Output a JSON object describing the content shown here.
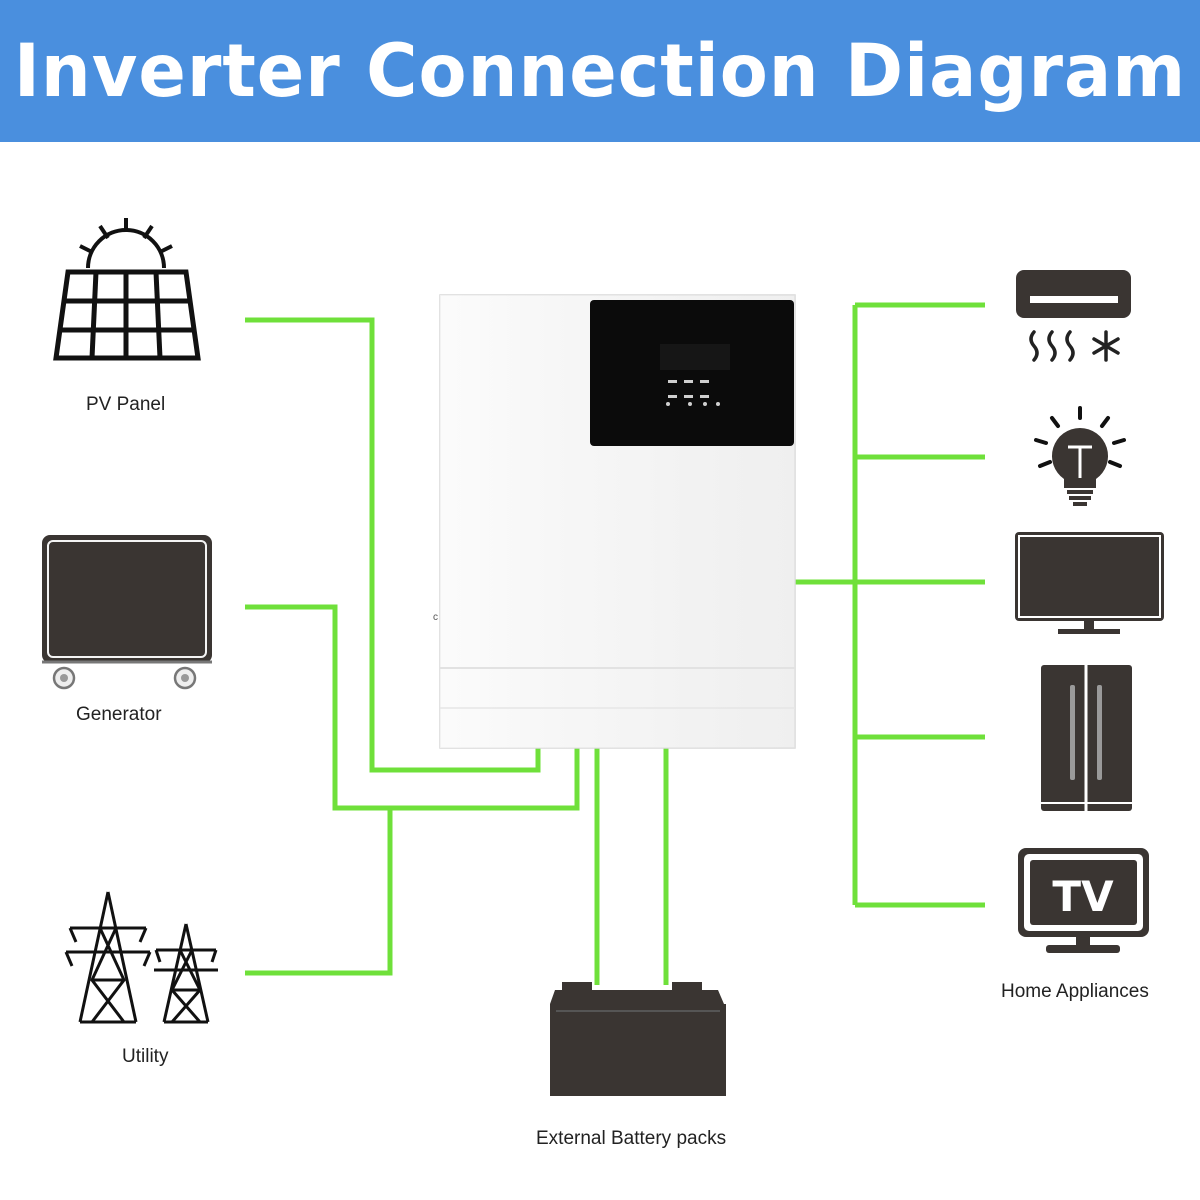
{
  "title": "Inverter Connection Diagram",
  "labels": {
    "pv_panel": "PV Panel",
    "generator": "Generator",
    "utility": "Utility",
    "battery": "External Battery packs",
    "appliances": "Home Appliances",
    "tv_text": "TV"
  },
  "colors": {
    "header": "#4a8fde",
    "wire": "#6fe03a",
    "icon": "#3a3532",
    "screen": "#0b0b0b"
  }
}
